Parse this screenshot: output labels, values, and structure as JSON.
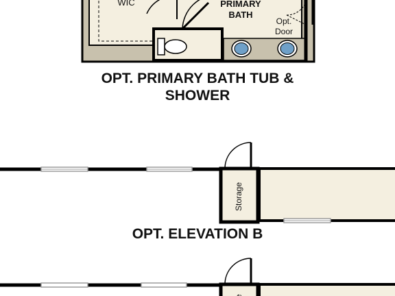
{
  "colors": {
    "wall": "#000000",
    "floor": "#f4efe0",
    "bath_floor": "#c8c1ad",
    "window_frame": "#9b9b9b",
    "fixture_blue": "#6fa0c8",
    "background": "#ffffff"
  },
  "plan_top": {
    "room_wic": "WIC",
    "room_primary_bath_line1": "PRIMARY",
    "room_primary_bath_line2": "BATH",
    "door_note_line1": "Opt.",
    "door_note_line2": "Door",
    "caption_line1": "OPT. PRIMARY BATH TUB &",
    "caption_line2": "SHOWER"
  },
  "plan_middle": {
    "room_storage": "Storage",
    "caption": "OPT. ELEVATION B"
  },
  "plan_bottom": {
    "room_storage_partial": "e"
  }
}
